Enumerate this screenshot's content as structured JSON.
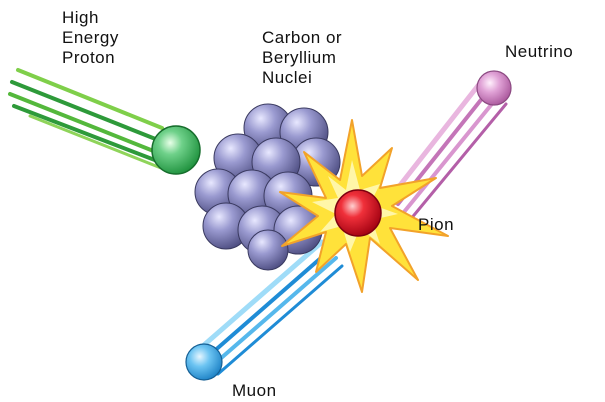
{
  "labels": {
    "proton": [
      "High",
      "Energy",
      "Proton"
    ],
    "nuclei": [
      "Carbon or",
      "Beryllium",
      "Nuclei"
    ],
    "neutrino": "Neutrino",
    "pion": "Pion",
    "muon": "Muon"
  },
  "colors": {
    "proton": "#2bb34a",
    "proton_trail": "#3fa335",
    "nuclei": "#7a7ab4",
    "pion": "#e0141e",
    "burst": "#ffe23a",
    "burst_edge": "#f2a22a",
    "neutrino": "#d889c8",
    "neutrino_trail": "#c475b8",
    "muon": "#3ea7e8",
    "muon_trail": "#1f8cd6"
  }
}
